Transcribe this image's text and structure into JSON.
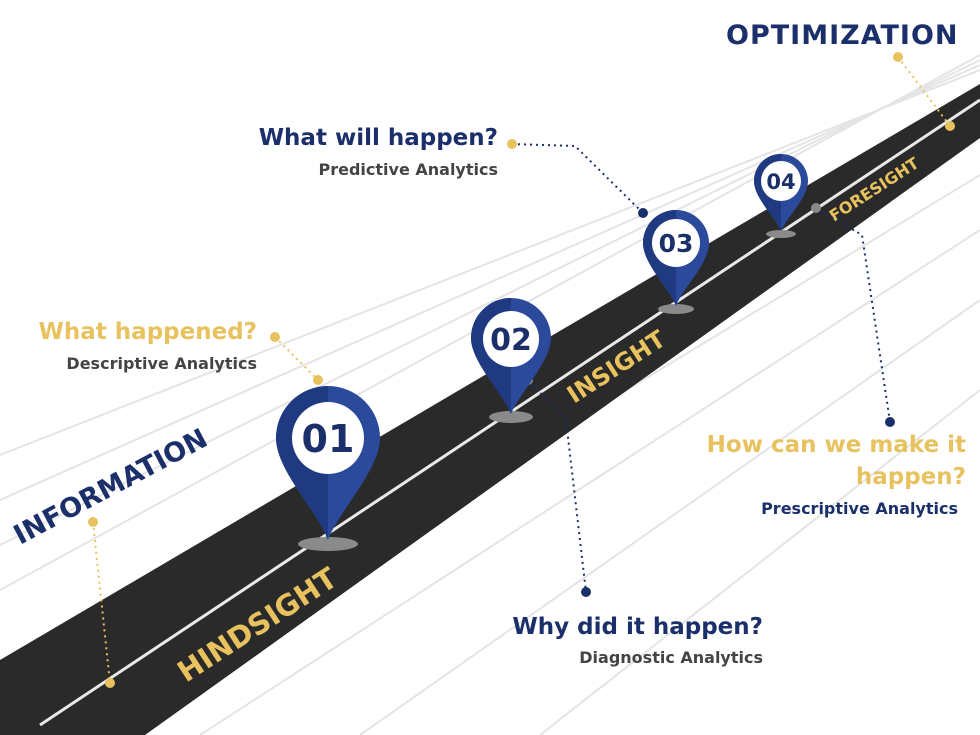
{
  "phases": {
    "information": "INFORMATION",
    "optimization": "OPTIMIZATION",
    "hindsight": "HINDSIGHT",
    "insight": "INSIGHT",
    "foresight": "FORESIGHT"
  },
  "stages": [
    {
      "number": "01",
      "question": "What happened?",
      "type": "Descriptive Analytics"
    },
    {
      "number": "02",
      "question": "Why did it happen?",
      "type": "Diagnostic Analytics"
    },
    {
      "number": "03",
      "question": "What will happen?",
      "type": "Predictive Analytics"
    },
    {
      "number": "04",
      "question_line1": "How can we make it",
      "question_line2": "happen?",
      "type": "Prescriptive Analytics"
    }
  ],
  "colors": {
    "navy": "#1b2f6b",
    "pin_blue": "#2c4a9b",
    "gold": "#e8c25e",
    "road": "#2a2a2a",
    "background_lines": "#e4e4e4"
  }
}
